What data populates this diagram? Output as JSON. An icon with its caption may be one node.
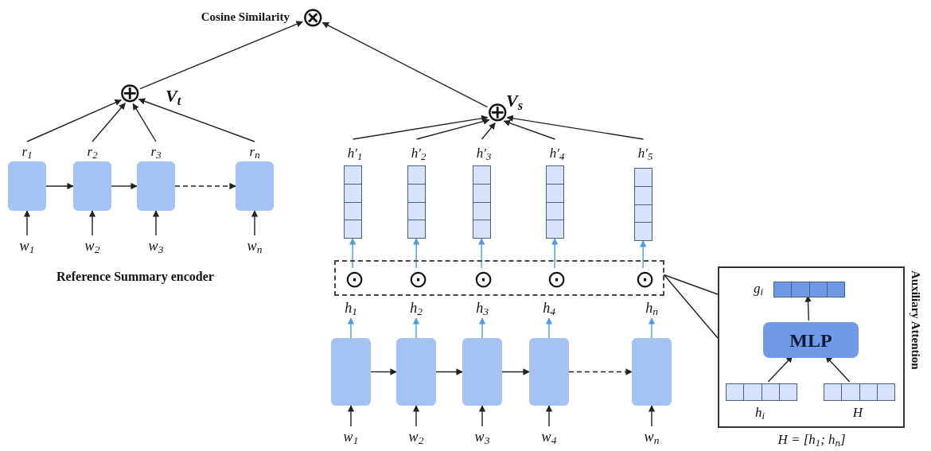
{
  "diagram": {
    "nodes": [
      {
        "text": [
          "⊗"
        ],
        "beside": [
          "Cosine Similarity"
        ]
      },
      {
        "text": [
          "⊕"
        ],
        "beside": [
          "V$_{t}$"
        ]
      },
      {
        "text": [
          "⊕"
        ],
        "beside": [
          "V$_{s}$"
        ]
      },
      {
        "text": [],
        "shape": "box",
        "beside": [
          "r$_{1}$"
        ]
      },
      {
        "text": [],
        "shape": "box",
        "beside": [
          "r$_{2}$"
        ]
      },
      {
        "text": [],
        "shape": "box",
        "beside": [
          "r$_{3}$"
        ]
      },
      {
        "text": [],
        "shape": "box",
        "beside": [
          "r$_{n}$"
        ]
      },
      {
        "text": [
          "w$_{1}$"
        ]
      },
      {
        "text": [
          "w$_{2}$"
        ]
      },
      {
        "text": [
          "w$_{3}$"
        ]
      },
      {
        "text": [
          "w$_{n}$"
        ]
      },
      {
        "text": [],
        "shape": "bar",
        "beside": [
          "h′$_{1}$"
        ]
      },
      {
        "text": [],
        "shape": "bar",
        "beside": [
          "h′$_{2}$"
        ]
      },
      {
        "text": [],
        "shape": "bar",
        "beside": [
          "h′$_{3}$"
        ]
      },
      {
        "text": [],
        "shape": "bar",
        "beside": [
          "h′$_{4}$"
        ]
      },
      {
        "text": [],
        "shape": "bar",
        "beside": [
          "h′$_{5}$"
        ]
      },
      {
        "text": [],
        "shape": "box"
      },
      {
        "text": [
          "⊙"
        ],
        "in": 16
      },
      {
        "text": [
          "⊙"
        ],
        "in": 16
      },
      {
        "text": [
          "⊙"
        ],
        "in": 16
      },
      {
        "text": [
          "⊙"
        ],
        "in": 16
      },
      {
        "text": [
          "⊙"
        ],
        "in": 16
      },
      {
        "text": [
          "h$_{1}$"
        ]
      },
      {
        "text": [
          "h$_{2}$"
        ]
      },
      {
        "text": [
          "h$_{3}$"
        ]
      },
      {
        "text": [
          "h$_{4}$"
        ]
      },
      {
        "text": [
          "h$_{n}$"
        ]
      },
      {
        "text": [],
        "shape": "box"
      },
      {
        "text": [],
        "shape": "box"
      },
      {
        "text": [],
        "shape": "box"
      },
      {
        "text": [],
        "shape": "box"
      },
      {
        "text": [],
        "shape": "box"
      },
      {
        "text": [
          "w$_{1}$"
        ]
      },
      {
        "text": [
          "w$_{2}$"
        ]
      },
      {
        "text": [
          "w$_{3}$"
        ]
      },
      {
        "text": [
          "w$_{4}$"
        ]
      },
      {
        "text": [
          "w$_{n}$"
        ]
      },
      {
        "text": [],
        "shape": "box",
        "beside": [
          "Auxiliary Attention",
          "*H* = [*h*$_{1}$; *h*$_{n}$]"
        ]
      },
      {
        "text": [],
        "shape": "bar",
        "in": 37,
        "beside": [
          "*g*$_{i}$"
        ]
      },
      {
        "text": [
          "MLP"
        ],
        "in": 37
      },
      {
        "text": [],
        "shape": "bar",
        "in": 37,
        "beside": [
          "*h*$_{i}$"
        ]
      },
      {
        "text": [],
        "shape": "bar",
        "in": 37,
        "beside": [
          "*H*"
        ]
      }
    ],
    "edges": [
      {
        "from": 1,
        "to": 0,
        "arrow": "to"
      },
      {
        "from": 2,
        "to": 0,
        "arrow": "to"
      },
      {
        "from": 3,
        "to": 1,
        "arrow": "to"
      },
      {
        "from": 4,
        "to": 1,
        "arrow": "to"
      },
      {
        "from": 5,
        "to": 1,
        "arrow": "to"
      },
      {
        "from": 6,
        "to": 1,
        "arrow": "to"
      },
      {
        "from": 3,
        "to": 4,
        "arrow": "to"
      },
      {
        "from": 4,
        "to": 5,
        "arrow": "to"
      },
      {
        "from": 5,
        "to": 6,
        "arrow": "to",
        "style": "dashed"
      },
      {
        "from": 7,
        "to": 3,
        "arrow": "to"
      },
      {
        "from": 8,
        "to": 4,
        "arrow": "to"
      },
      {
        "from": 9,
        "to": 5,
        "arrow": "to"
      },
      {
        "from": 10,
        "to": 6,
        "arrow": "to"
      },
      {
        "from": 11,
        "to": 2,
        "arrow": "to"
      },
      {
        "from": 12,
        "to": 2,
        "arrow": "to"
      },
      {
        "from": 13,
        "to": 2,
        "arrow": "to"
      },
      {
        "from": 14,
        "to": 2,
        "arrow": "to"
      },
      {
        "from": 15,
        "to": 2,
        "arrow": "to"
      },
      {
        "from": 17,
        "to": 11,
        "arrow": "to",
        "color": "#4a9be8"
      },
      {
        "from": 18,
        "to": 12,
        "arrow": "to",
        "color": "#4a9be8"
      },
      {
        "from": 19,
        "to": 13,
        "arrow": "to",
        "color": "#4a9be8"
      },
      {
        "from": 20,
        "to": 14,
        "arrow": "to",
        "color": "#4a9be8"
      },
      {
        "from": 21,
        "to": 15,
        "arrow": "to",
        "color": "#4a9be8"
      },
      {
        "from": 27,
        "to": 22,
        "arrow": "to",
        "color": "#4a9be8"
      },
      {
        "from": 28,
        "to": 23,
        "arrow": "to",
        "color": "#4a9be8"
      },
      {
        "from": 29,
        "to": 24,
        "arrow": "to",
        "color": "#4a9be8"
      },
      {
        "from": 30,
        "to": 25,
        "arrow": "to",
        "color": "#4a9be8"
      },
      {
        "from": 31,
        "to": 26,
        "arrow": "to",
        "color": "#4a9be8"
      },
      {
        "from": 27,
        "to": 28,
        "arrow": "to"
      },
      {
        "from": 28,
        "to": 29,
        "arrow": "to"
      },
      {
        "from": 29,
        "to": 30,
        "arrow": "to"
      },
      {
        "from": 30,
        "to": 31,
        "arrow": "to",
        "style": "dashed"
      },
      {
        "from": 32,
        "to": 27,
        "arrow": "to"
      },
      {
        "from": 33,
        "to": 28,
        "arrow": "to"
      },
      {
        "from": 34,
        "to": 29,
        "arrow": "to"
      },
      {
        "from": 35,
        "to": 30,
        "arrow": "to"
      },
      {
        "from": 36,
        "to": 31,
        "arrow": "to"
      },
      {
        "from": 16,
        "to": 37,
        "arrow": "none"
      },
      {
        "from": 40,
        "to": 39,
        "arrow": "to"
      },
      {
        "from": 41,
        "to": 39,
        "arrow": "to"
      },
      {
        "from": 39,
        "to": 38,
        "arrow": "to"
      }
    ],
    "labels": [
      "Reference Summary encoder"
    ]
  }
}
